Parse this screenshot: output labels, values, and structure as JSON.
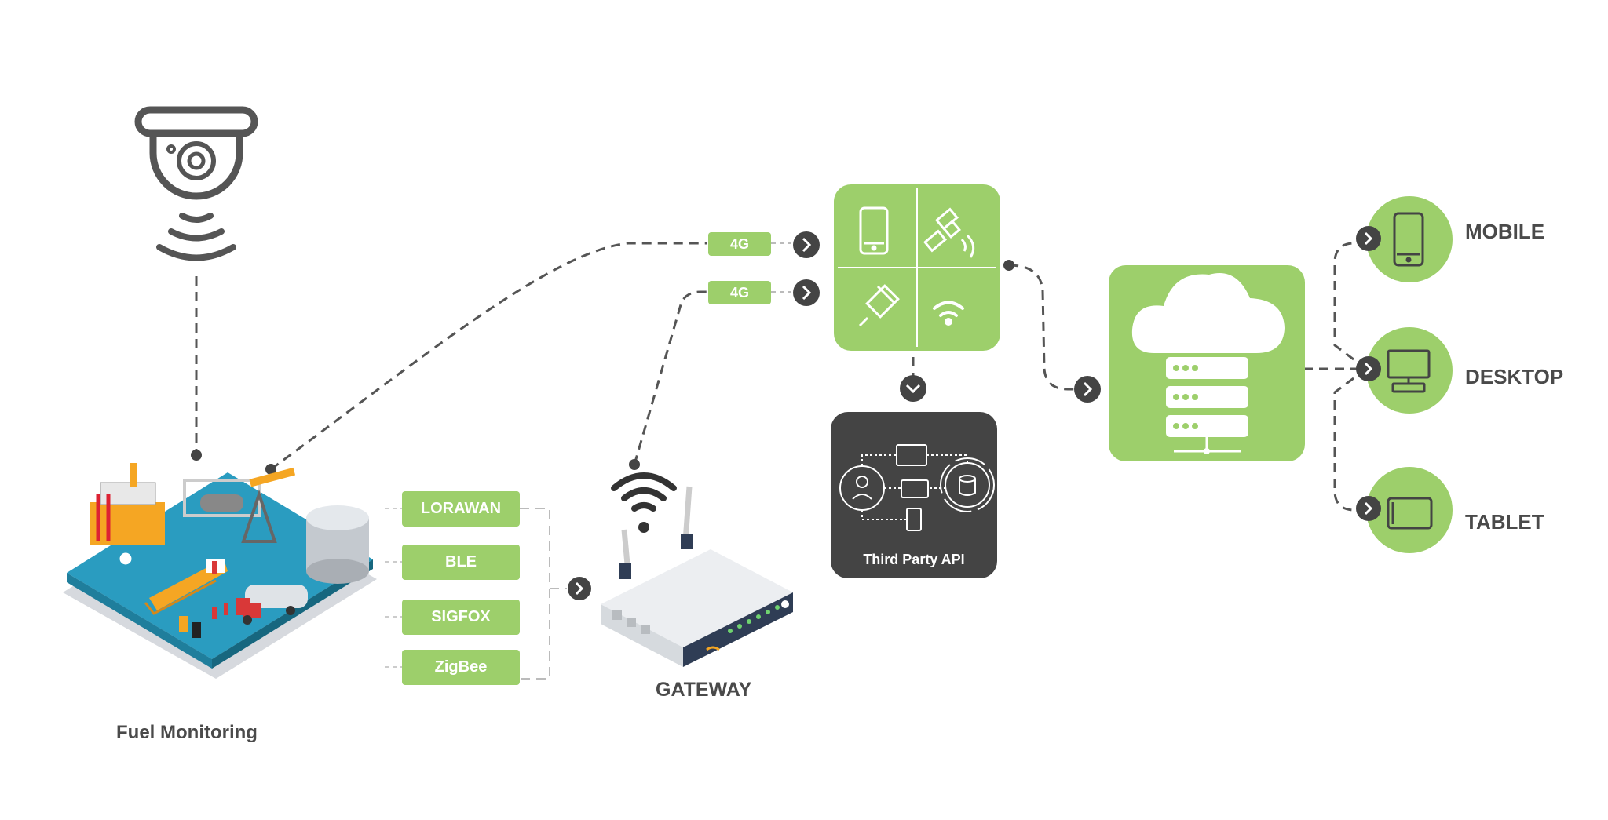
{
  "labels": {
    "fuel_monitoring": "Fuel Monitoring",
    "gateway": "GATEWAY",
    "third_party_api": "Third Party API"
  },
  "connectivity": [
    "4G",
    "4G"
  ],
  "protocols": [
    "LORAWAN",
    "BLE",
    "SIGFOX",
    "ZigBee"
  ],
  "devices": [
    "MOBILE",
    "DESKTOP",
    "TABLET"
  ],
  "network_icons": [
    "phone-icon",
    "satellite-icon",
    "ethernet-icon",
    "wifi-icon"
  ],
  "colors": {
    "green": "#9dcf6b",
    "dark": "#444444",
    "text": "#4a4a4a"
  }
}
